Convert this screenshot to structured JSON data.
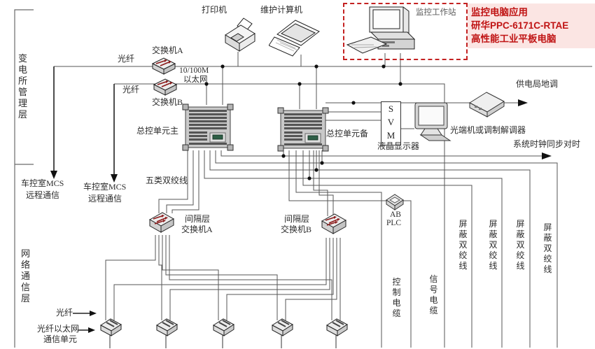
{
  "palette": {
    "wire": "#555555",
    "accent_red": "#c42222",
    "annotation_bg": "#fbe5e3",
    "annotation_text": "#c01414",
    "switch_arrow": "#8b1a1a",
    "chip_green": "#2e5f46"
  },
  "layers": {
    "management": "变电所管理层",
    "network": "网络通信层"
  },
  "devices": {
    "printer": "打印机",
    "maintenance_pc": "维护计算机",
    "workstation": "监控工作站",
    "switch_a": "交换机A",
    "switch_b": "交换机B",
    "master_unit": "总控单元主",
    "backup_unit": "总控单元备",
    "svm": [
      "S",
      "V",
      "M"
    ],
    "lcd": "液晶显示器",
    "modem": "光端机或调制解调器",
    "bay_switch_a": [
      "间隔层",
      "交换机A"
    ],
    "bay_switch_b": [
      "间隔层",
      "交换机B"
    ],
    "plc": [
      "AB",
      "PLC"
    ]
  },
  "annotation": {
    "lines": [
      "监控电脑应用",
      "研华PPC-6171C-RTAE",
      "高性能工业平板电脑"
    ]
  },
  "links": {
    "fiber_a": "光纤",
    "fiber_b": "光纤",
    "ethernet": [
      "10/100M",
      "以太网"
    ],
    "dispatch": "供电局地调",
    "clock_sync": "系统时钟同步对时",
    "mcs_1": [
      "车控室MCS",
      "远程通信"
    ],
    "mcs_2": [
      "车控室MCS",
      "远程通信"
    ],
    "cat5": "五类双绞线",
    "control_cable": "控制电缆",
    "signal_cable": "信号电缆",
    "shielded_tp": "屏蔽双绞线",
    "fiber_bottom": "光纤",
    "fiber_eth_unit": [
      "光纤以太网",
      "通信单元"
    ]
  }
}
